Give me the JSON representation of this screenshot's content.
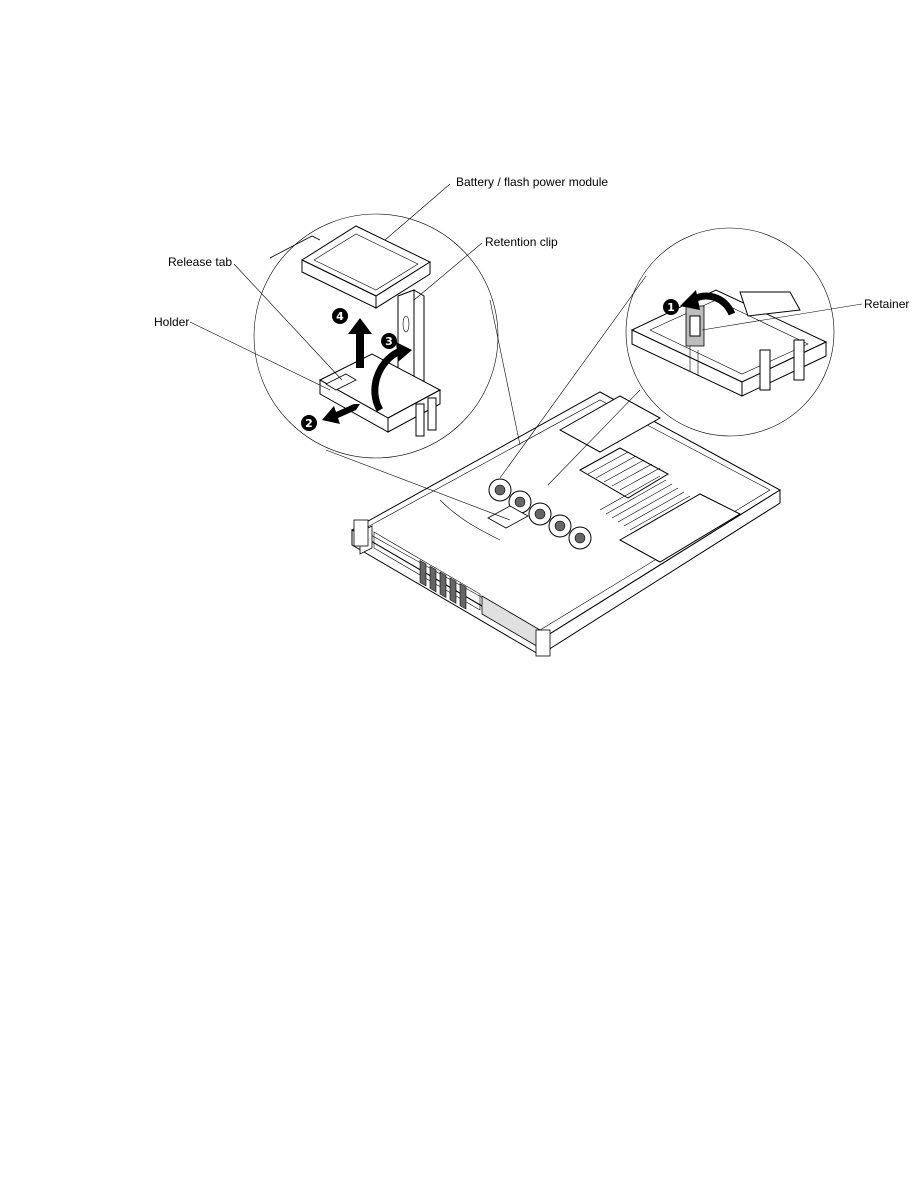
{
  "labels": {
    "battery": "Battery / flash power module",
    "retention_clip": "Retention clip",
    "release_tab": "Release tab",
    "holder": "Holder",
    "retainer": "Retainer"
  },
  "steps": [
    "1",
    "2",
    "3",
    "4"
  ]
}
